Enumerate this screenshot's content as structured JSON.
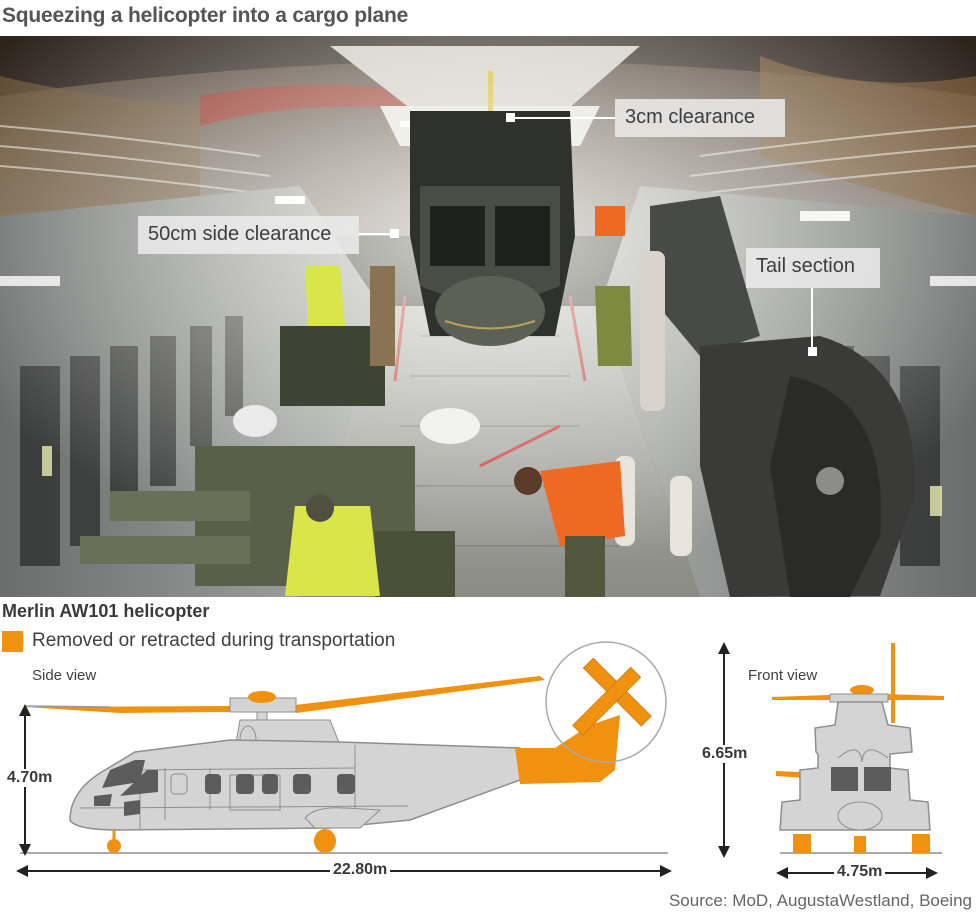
{
  "header": {
    "title": "Squeezing a helicopter into a cargo plane"
  },
  "photo": {
    "callouts": [
      {
        "id": "top",
        "label": "3cm clearance"
      },
      {
        "id": "side",
        "label": "50cm side clearance"
      },
      {
        "id": "tail",
        "label": "Tail section"
      }
    ]
  },
  "diagram": {
    "subtitle": "Merlin AW101 helicopter",
    "legend": {
      "label": "Removed or retracted during transportation",
      "color": "#f0920f"
    },
    "side_view": {
      "label": "Side view",
      "height": "4.70m",
      "length": "22.80m"
    },
    "front_view": {
      "label": "Front view",
      "height": "6.65m",
      "width": "4.75m"
    },
    "colors": {
      "body": "#d4d4d4",
      "outline": "#8e8e8e",
      "window": "#5c5c5c",
      "removed": "#f0920f",
      "dimension": "#222222"
    }
  },
  "footer": {
    "source": "Source: MoD, AugustaWestland, Boeing"
  }
}
